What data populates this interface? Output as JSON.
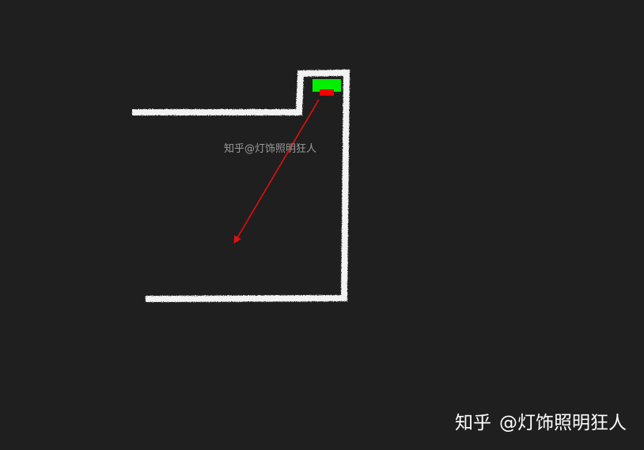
{
  "colors": {
    "background": "#1f1f1f",
    "chalk_line": "#f2f2f2",
    "green_block": "#00f000",
    "red_block": "#f00000",
    "arrow": "#e01010"
  },
  "watermark_center": "知乎@灯饰照明狂人",
  "watermark_corner": {
    "brand": "知乎",
    "author": "@灯饰照明狂人"
  }
}
